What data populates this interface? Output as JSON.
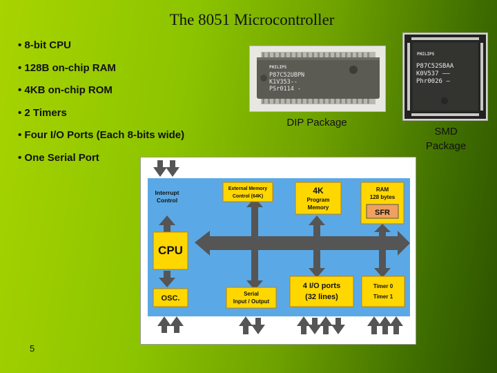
{
  "slide": {
    "title": "The 8051 Microcontroller",
    "page_number": "5"
  },
  "bullets": [
    "8-bit CPU",
    "128B on-chip RAM",
    "4KB on-chip ROM",
    "2 Timers",
    "Four I/O Ports (Each 8-bits wide)",
    "One Serial Port"
  ],
  "photos": {
    "dip": {
      "caption": "DIP Package",
      "marking_lines": [
        "P87C52UBPN",
        "K1V353--",
        "PSr0114 -"
      ]
    },
    "smd": {
      "caption_line1": "SMD",
      "caption_line2": "Package",
      "marking_lines": [
        "P87C52SBAA",
        "K0V537  ——",
        "Phr0026  —"
      ]
    }
  },
  "diagram": {
    "interrupt_control": {
      "line1": "Interrupt",
      "line2": "Control"
    },
    "ext_mem": {
      "line1": "External Memory",
      "line2": "Control (64K)"
    },
    "program_memory": {
      "line1": "4K",
      "line2": "Program",
      "line3": "Memory"
    },
    "ram": {
      "line1": "RAM",
      "line2": "128 bytes"
    },
    "sfr": "SFR",
    "cpu": "CPU",
    "osc": "OSC.",
    "serial": {
      "line1": "Serial",
      "line2": "Input / Output"
    },
    "io_ports": {
      "line1": "4 I/O ports",
      "line2": "(32 lines)"
    },
    "timers": {
      "line1": "Timer 0",
      "line2": "Timer 1"
    }
  },
  "colors": {
    "diagram_bg": "#5aa9e6",
    "block_fill": "#ffd700",
    "block_border": "#c08000",
    "arrow": "#555555",
    "sfr_fill": "#f0a060"
  }
}
